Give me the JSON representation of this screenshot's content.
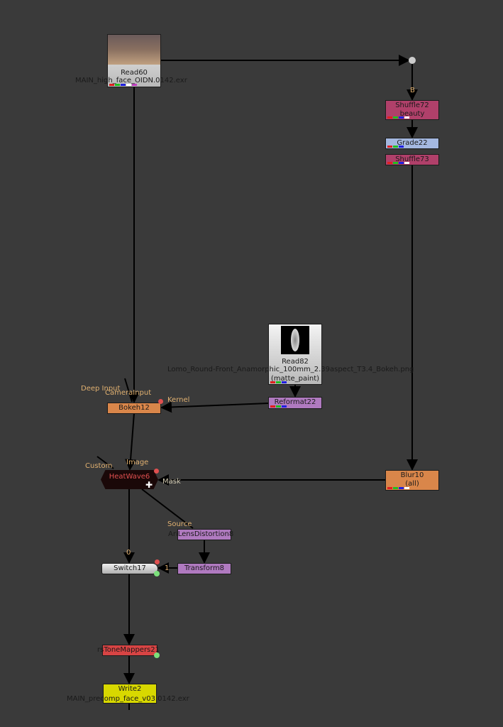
{
  "nodes": {
    "read60": {
      "name": "Read60",
      "file": "MAIN_high_face_OIDN.0142.exr"
    },
    "dot_input": "B",
    "shuffle72": {
      "name": "Shuffle72",
      "sub": "beauty"
    },
    "grade22": {
      "name": "Grade22"
    },
    "shuffle73": {
      "name": "Shuffle73"
    },
    "read82": {
      "name": "Read82",
      "file": "Lomo_Round-Front_Anamorphic_100mm_2.39aspect_T3.4_Bokeh.png",
      "sub": "(matte_paint)"
    },
    "reformat22": {
      "name": "Reformat22"
    },
    "bokeh12": {
      "name": "Bokeh12",
      "inputs": [
        "Deep Input",
        "CameraInput",
        "Kernel"
      ]
    },
    "heatwave6": {
      "name": "HeatWave6",
      "inputs": [
        "Custom",
        "Image",
        "Mask"
      ]
    },
    "blur10": {
      "name": "Blur10",
      "sub": "(all)"
    },
    "arilens": {
      "name": "AriLensDistortion8",
      "inputs": [
        "Source"
      ]
    },
    "transform8": {
      "name": "Transform8"
    },
    "switch17": {
      "name": "Switch17",
      "inputs": [
        "0",
        "1"
      ]
    },
    "tonemap": {
      "name": "rsToneMappers21"
    },
    "write2": {
      "name": "Write2",
      "file": "MAIN_precomp_face_v03.0142.exr"
    }
  },
  "colors": {
    "background": "#3a3a3a",
    "shuffle": "#b0406a",
    "grade": "#a4b8e0",
    "bokeh": "#d9864a",
    "reformat": "#b07ac0",
    "write": "#d8d800",
    "tonemap": "#d84444"
  }
}
